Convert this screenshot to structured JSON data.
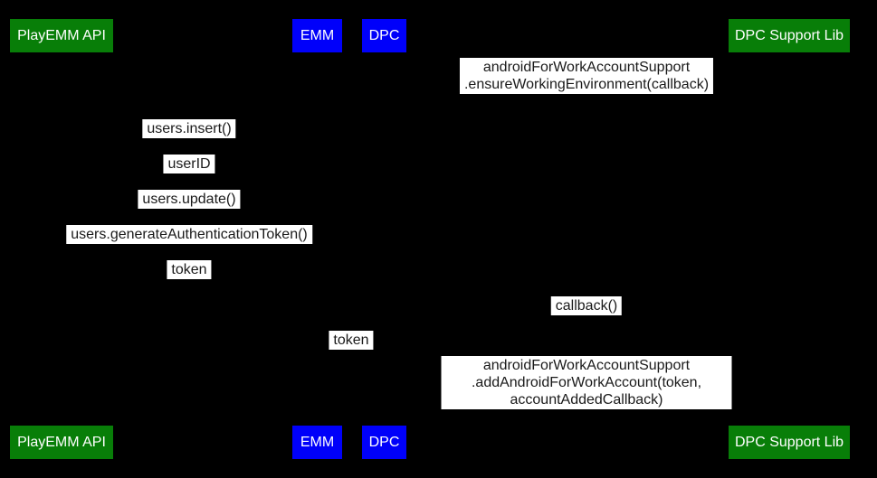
{
  "diagram": {
    "type": "sequence-diagram",
    "participants": [
      {
        "label": "PlayEMM API",
        "color": "#087e08"
      },
      {
        "label": "EMM",
        "color": "#0000fa"
      },
      {
        "label": "DPC",
        "color": "#0000fa"
      },
      {
        "label": "DPC Support Lib",
        "color": "#087e08"
      }
    ],
    "messages": [
      {
        "text": "androidForWorkAccountSupport\n.ensureWorkingEnvironment(callback)"
      },
      {
        "text": "users.insert()"
      },
      {
        "text": "userID"
      },
      {
        "text": "users.update()"
      },
      {
        "text": "users.generateAuthenticationToken()"
      },
      {
        "text": "token"
      },
      {
        "text": "callback()"
      },
      {
        "text": "token"
      },
      {
        "text": "androidForWorkAccountSupport\n.addAndroidForWorkAccount(token, accountAddedCallback)"
      }
    ],
    "colors": {
      "background": "#000000",
      "message_label_background": "#ffffff",
      "message_label_text": "#1a1a1a",
      "participant_text": "#ffffff",
      "participant_green": "#087e08",
      "participant_blue": "#0000fa"
    }
  }
}
